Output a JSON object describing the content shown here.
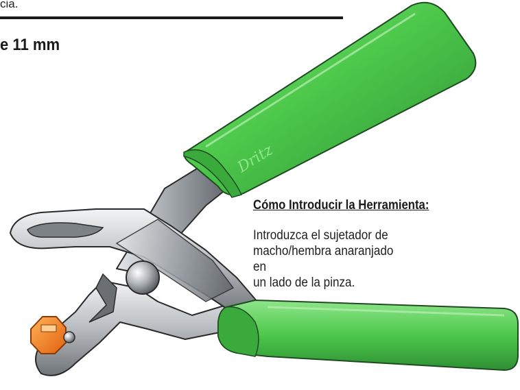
{
  "header": {
    "partial_text": "cia.",
    "title": "e 11 mm"
  },
  "tool": {
    "brand": "Dritz",
    "handle_color": "#4cc84a",
    "handle_dark": "#2f8f35",
    "metal_color": "#b8bcc0",
    "fastener_color": "#f07a1a"
  },
  "instructions": {
    "title": "Cómo Introducir la Herramienta:",
    "lines": [
      "Introduzca el sujetador de",
      "macho/hembra anaranjado en",
      "un lado de la pinza."
    ]
  }
}
